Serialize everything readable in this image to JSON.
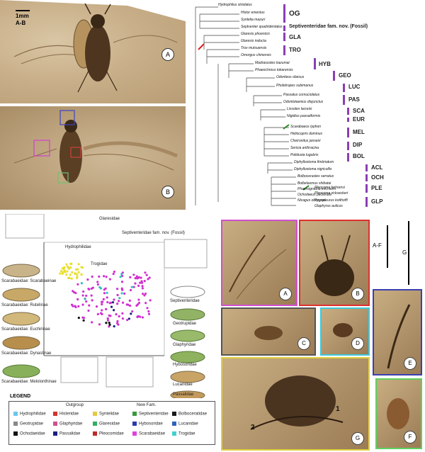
{
  "panelA": {
    "scale_label": "1mm",
    "scale_sub": "A-B",
    "letter": "A"
  },
  "panelB": {
    "letter": "B"
  },
  "tree": {
    "taxa": [
      "Hydrophilus striolatus",
      "Histor ementus",
      "Syntelia mazuri",
      "Septventer quadridentatus",
      "Glaresis phoenicis",
      "Glaresis inducta",
      "Trox mutsuensis",
      "Omorgus chinensis",
      "Madrasostes kazumai",
      "Phaeochrous tokarensis",
      "Odonteus obesus",
      "Pholetropes subimanus",
      "Passalus cornuciolatus",
      "Odontotaenius disjunctus",
      "Lissotes lacreisi",
      "Nigidius passalformis",
      "Scarabaeus typhon",
      "Heliocopris dominus",
      "Cheironitus janseni",
      "Sericia anthracina",
      "Polidusta lugubris",
      "Diphyllostoma fimbriatum",
      "Diphyllostoma nigricollis",
      "Bolbocerastes serratus",
      "Bolbelasmus shibatai",
      "Phaenognatha erichsoni",
      "Ochodaeus pectoralis",
      "Nicagus obscurus",
      "Pleocoma behrensi",
      "Pleocoma rickseckeri",
      "Pygopleurus kotthoffi",
      "Glaphyrus aulicus"
    ],
    "groups": [
      "OG",
      "Septiventeridae fam. nov. (Fossil)",
      "GLA",
      "TRO",
      "HYB",
      "GEO",
      "LUC",
      "PAS",
      "SCA",
      "EUR",
      "MEL",
      "DIP",
      "BOL",
      "ACL",
      "OCH",
      "PLE",
      "GLP"
    ]
  },
  "scatter": {
    "callouts": [
      "Glaresidae",
      "Septiventeridae fam. nov. (Fossil)",
      "Hydrophilidae",
      "Trogidae"
    ],
    "left_wings": [
      "Scarabaeidae: Scarabaeinae",
      "Scarabaeidae: Rutelinae",
      "Scarabaeidae: Euchirinae",
      "Scarabaeidae: Dynastinae",
      "Scarabaeidae: Melolonthinae"
    ],
    "right_wings": [
      "Septiventeridae",
      "Geotrupidae",
      "Glaphyridae",
      "Hybosoridae",
      "Lucanidae",
      "Passalidae"
    ]
  },
  "legend": {
    "title": "LEGEND",
    "outgroup": "Outgroup",
    "newfam": "New Fam.",
    "items": [
      {
        "label": "Hydrophilidae",
        "color": "#6ec6e8"
      },
      {
        "label": "Histeridae",
        "color": "#d0342c"
      },
      {
        "label": "Syntelidae",
        "color": "#e8c840"
      },
      {
        "label": "Septiventeridae",
        "color": "#3a9a3a"
      },
      {
        "label": "Bolboceratidae",
        "color": "#1a1a1a"
      },
      {
        "label": "Geotrupidae",
        "color": "#888888"
      },
      {
        "label": "Glaphyridae",
        "color": "#d05090"
      },
      {
        "label": "Glaresidae",
        "color": "#30b060"
      },
      {
        "label": "Hybosoridae",
        "color": "#2a3ab0"
      },
      {
        "label": "Lucanidae",
        "color": "#3060c0"
      },
      {
        "label": "Ochodaeidae",
        "color": "#111111"
      },
      {
        "label": "Passalidae",
        "color": "#1a2080"
      },
      {
        "label": "Pleocomidae",
        "color": "#c02828"
      },
      {
        "label": "Scarabaeidae",
        "color": "#e040e0"
      },
      {
        "label": "Trogidae",
        "color": "#40d0d0"
      }
    ]
  },
  "details": {
    "scale_af": "A-F",
    "scale_g": "G",
    "letters": [
      "A",
      "B",
      "C",
      "D",
      "E",
      "F",
      "G"
    ],
    "num1": "1",
    "num2": "2"
  }
}
